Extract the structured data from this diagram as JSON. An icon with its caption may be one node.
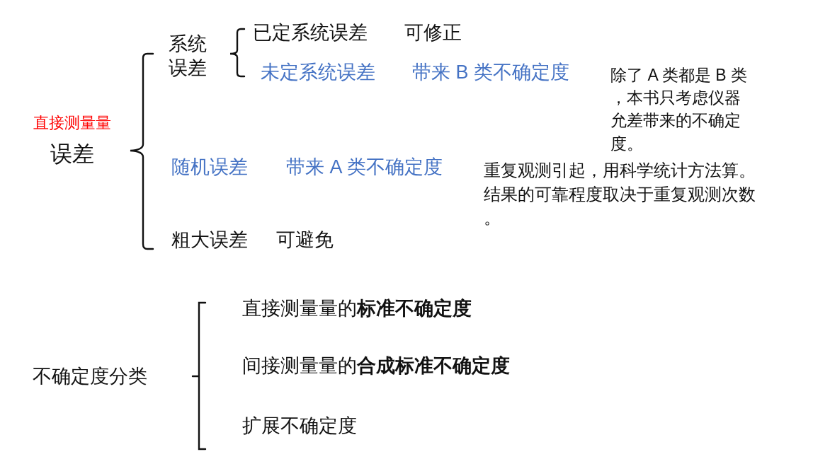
{
  "diagram": {
    "labels": [
      "直接测量量",
      "误差",
      "系统误差",
      "已定系统误差",
      "可修正",
      "未定系统误差",
      "带来 B 类不确定度",
      "除了 A 类都是 B 类，本书只考虑仪器允差带来的不确定度。",
      "随机误差",
      "带来 A 类不确定度",
      "重复观测引起，用科学统计方法算。结果的可靠程度取决于重复观测次数。",
      "粗大误差",
      "可避免",
      "不确定度分类",
      "直接测量量的**标准不确定度**",
      "间接测量量的**合成标准不确定度**",
      "扩展不确定度"
    ]
  }
}
